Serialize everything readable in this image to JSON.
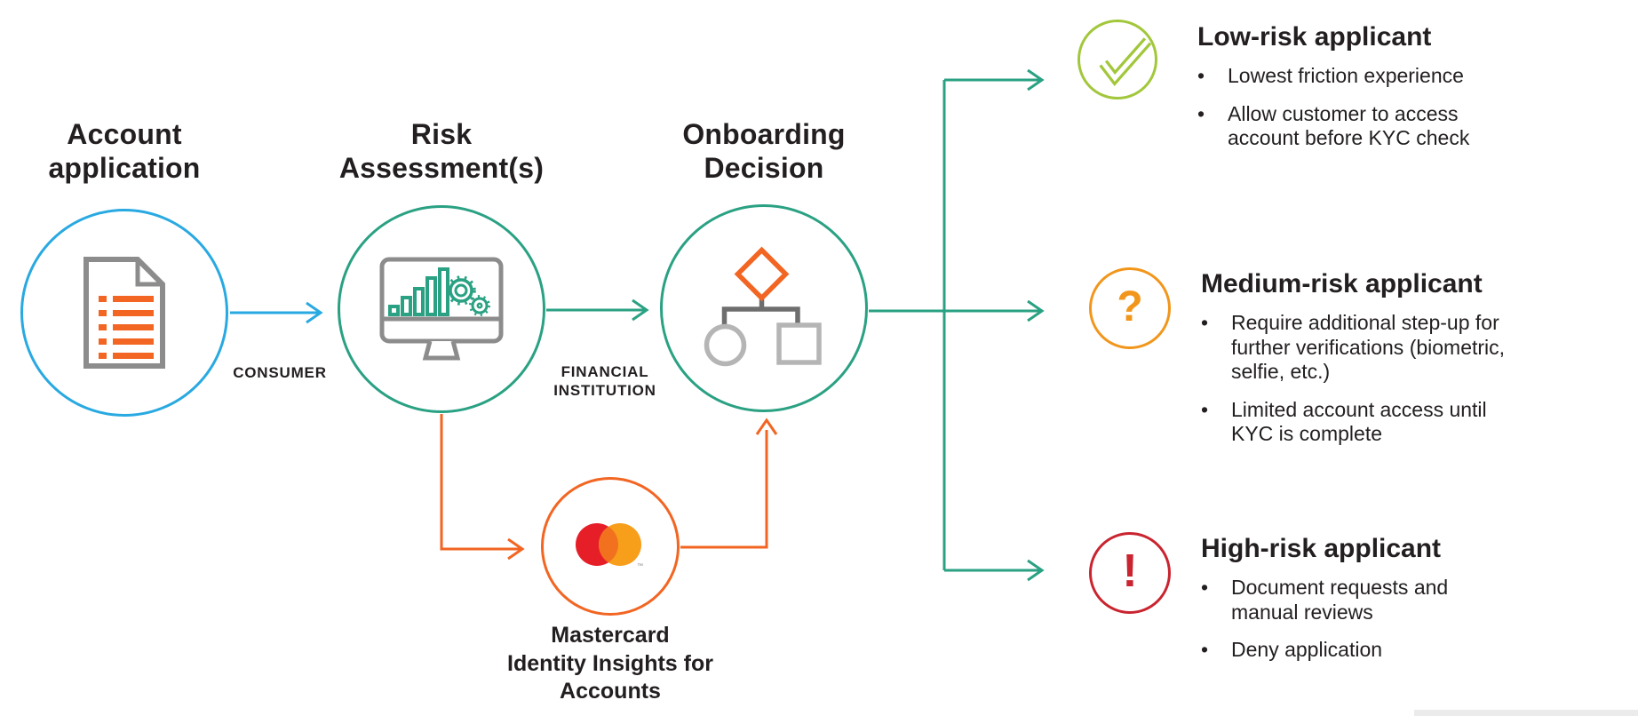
{
  "theme": {
    "blue": "#29A9E1",
    "teal": "#2AA183",
    "orange": "#F26522",
    "amber": "#F1961B",
    "green": "#A2C73B",
    "red": "#C9242F",
    "dark": "#231F20",
    "icon_gray": "#8C8C8C",
    "flow_gray": "#6E6E6E",
    "flow_light_gray": "#B5B5B5",
    "logo_red": "#E61E28",
    "logo_orange": "#F79E1B",
    "logo_overlap": "#F2711F"
  },
  "nodes": {
    "account": {
      "title": "Account\napplication"
    },
    "risk": {
      "title": "Risk\nAssessment(s)"
    },
    "onboarding": {
      "title": "Onboarding\nDecision"
    },
    "mastercard": {
      "caption": "Mastercard\nIdentity Insights for\nAccounts",
      "trademark": "™"
    }
  },
  "edge_labels": {
    "consumer": "CONSUMER",
    "financial_institution": "FINANCIAL\nINSTITUTION"
  },
  "list_marker": "•",
  "outcomes": [
    {
      "id": "low",
      "icon": "check-icon",
      "title": "Low-risk applicant",
      "bullets": [
        "Lowest friction experience",
        "Allow customer to access\naccount before KYC check"
      ]
    },
    {
      "id": "medium",
      "icon": "question-icon",
      "glyph": "?",
      "title": "Medium-risk applicant",
      "bullets": [
        "Require additional step-up for\nfurther verifications (biometric,\nselfie, etc.)",
        "Limited account access until\nKYC is complete"
      ]
    },
    {
      "id": "high",
      "icon": "exclamation-icon",
      "glyph": "!",
      "title": "High-risk applicant",
      "bullets": [
        "Document requests and\nmanual reviews",
        "Deny application"
      ]
    }
  ]
}
